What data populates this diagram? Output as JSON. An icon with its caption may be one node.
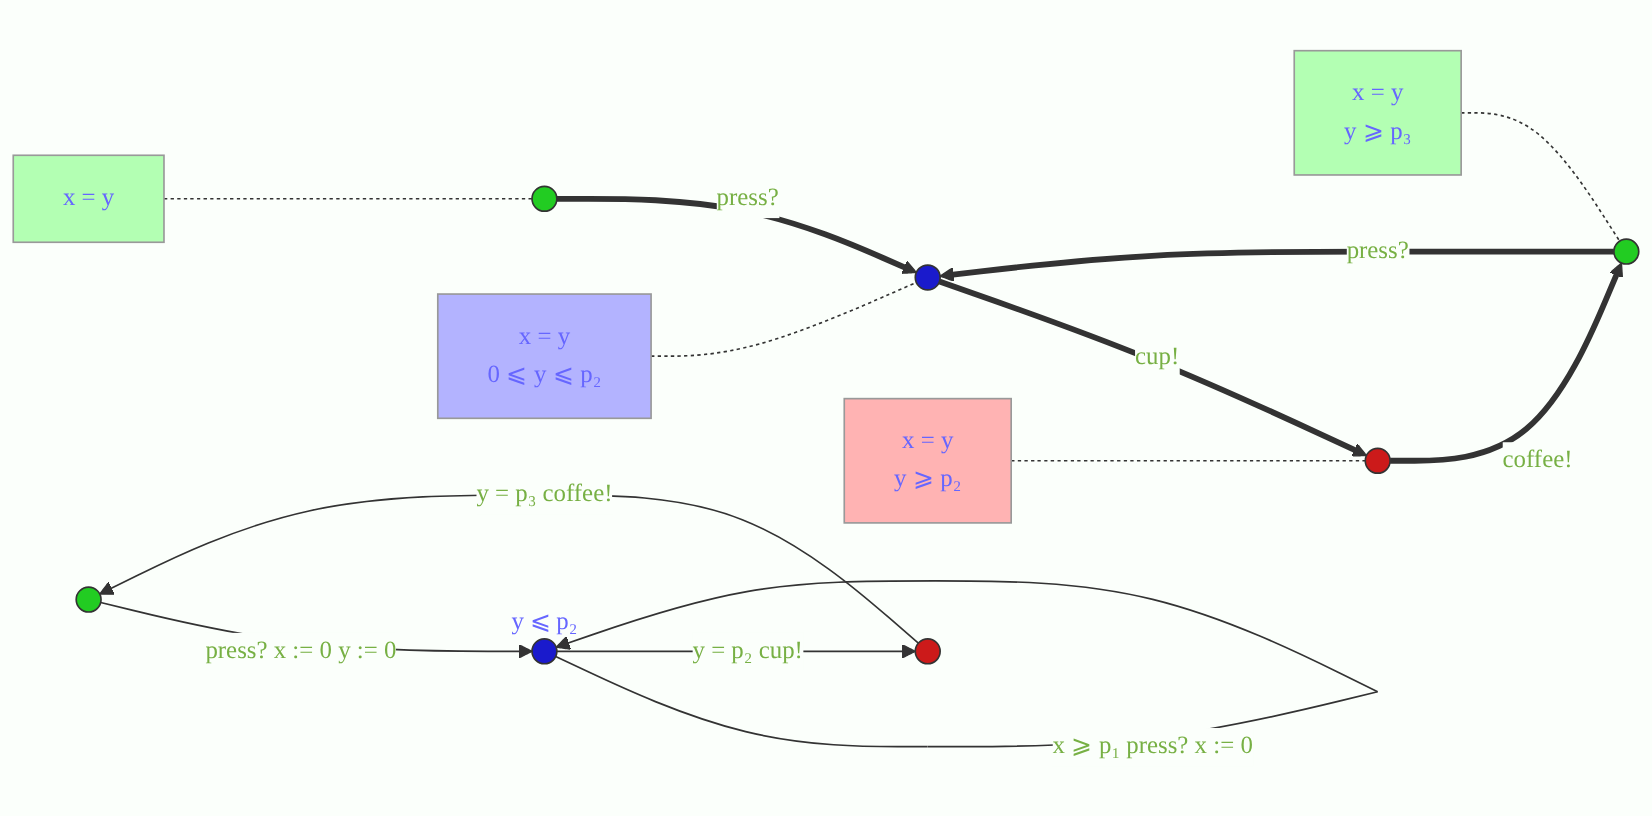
{
  "diagram": {
    "nodes": [
      {
        "text": [],
        "shape": "circle"
      },
      {
        "text": [],
        "shape": "circle",
        "beside": [
          "y ⩽ p₂"
        ]
      },
      {
        "text": [],
        "shape": "circle"
      },
      {
        "text": [
          "x = y"
        ]
      },
      {
        "text": [
          "x = y",
          "0 ⩽ y ⩽ p₂"
        ]
      },
      {
        "text": [
          "x = y",
          "y ⩾ p₂"
        ]
      },
      {
        "text": [
          "x = y",
          "y ⩾ p₃"
        ]
      },
      {
        "text": [],
        "shape": "circle"
      },
      {
        "text": [],
        "shape": "circle"
      },
      {
        "text": [],
        "shape": "circle"
      },
      {
        "text": [],
        "shape": "circle"
      }
    ],
    "edges": [
      {
        "from": 0,
        "to": 1,
        "arrow": "to",
        "label": "press? x := 0 y := 0"
      },
      {
        "from": 1,
        "to": 1,
        "arrow": "to",
        "label": "x ⩾ p₁ press? x := 0"
      },
      {
        "from": 1,
        "to": 2,
        "arrow": "to",
        "label": "y = p₂ cup!"
      },
      {
        "from": 2,
        "to": 0,
        "arrow": "to",
        "label": "y = p₃ coffee!"
      },
      {
        "from": 3,
        "to": 7,
        "arrow": "none",
        "style": "dashed"
      },
      {
        "from": 4,
        "to": 8,
        "arrow": "none",
        "style": "dashed"
      },
      {
        "from": 5,
        "to": 9,
        "arrow": "none",
        "style": "dashed"
      },
      {
        "from": 6,
        "to": 10,
        "arrow": "none",
        "style": "dashed"
      },
      {
        "from": 7,
        "to": 8,
        "arrow": "to",
        "style": "thick",
        "label": "press?"
      },
      {
        "from": 8,
        "to": 9,
        "arrow": "to",
        "style": "thick",
        "label": "cup!"
      },
      {
        "from": 9,
        "to": 10,
        "arrow": "to",
        "style": "thick",
        "label": "coffee!"
      },
      {
        "from": 10,
        "to": 8,
        "arrow": "to",
        "style": "thick",
        "label": "press?"
      }
    ]
  }
}
